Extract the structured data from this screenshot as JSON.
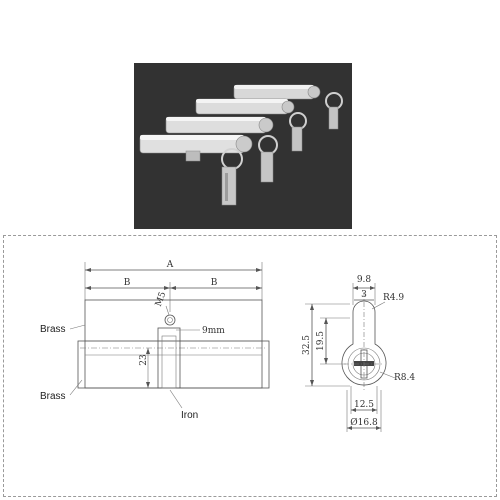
{
  "colors": {
    "photo_bg": "#3a3a3a",
    "metal_light": "#e2e2e2",
    "metal_mid": "#b8b8b8",
    "metal_dark": "#8c8c8c",
    "line": "#555555",
    "frame": "#9a9a9a"
  },
  "icons": {
    "photo": "lock-cylinders-with-keys-photo"
  },
  "side_view": {
    "dim_total": "A",
    "dim_half_left": "B",
    "dim_half_right": "B",
    "screw": "M5",
    "pin_width": "9mm",
    "cam_height": "23",
    "label_top": "Brass",
    "label_bottom": "Brass",
    "label_cam": "Iron"
  },
  "end_view": {
    "top_width": "9.8",
    "slot": "3",
    "radius_top": "R4.9",
    "height_total": "32.5",
    "height_upper": "19.5",
    "radius_bottom": "R8.4",
    "bottom_width": "12.5",
    "diameter": "Ø16.8"
  }
}
